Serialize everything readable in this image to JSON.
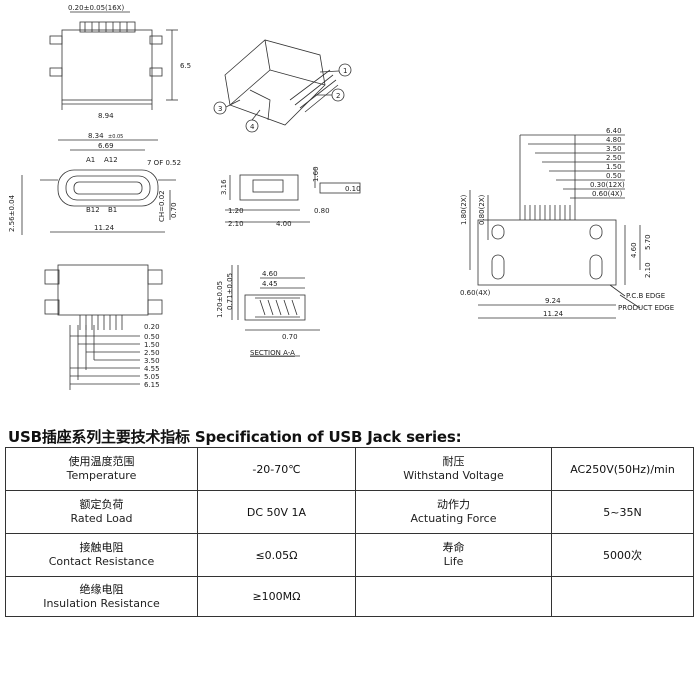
{
  "drawing": {
    "top_left_dims": [
      "0.20±0.05(16X)",
      "6.5",
      "8.94"
    ],
    "callouts": [
      "1",
      "2",
      "3",
      "4"
    ],
    "mid_left_dims": [
      "8.34",
      "±0.05",
      "6.69",
      "A1",
      "A12",
      "7 OF 0.52",
      "B12",
      "B1",
      "2.56±0.04",
      "CH=0.02",
      "0.70",
      "11.24"
    ],
    "mid_center_dims": [
      "3.16",
      "1.60",
      "0.10",
      "1.20",
      "0.80",
      "2.10",
      "4.00"
    ],
    "bottom_left_dims": [
      "0.20",
      "0.50",
      "1.50",
      "2.50",
      "3.50",
      "4.55",
      "5.05",
      "6.15"
    ],
    "bottom_center_dims": [
      "1.20±0.05",
      "0.71±0.05",
      "4.60",
      "4.45",
      "0.70"
    ],
    "section_label": "SECTION A-A",
    "right_dims": [
      "6.40",
      "4.80",
      "3.50",
      "2.50",
      "1.50",
      "0.50",
      "0.30(12X)",
      "0.60(4X)",
      "1.80(2X)",
      "0.80(2X)",
      "4.60",
      "5.70",
      "2.10",
      "0.60(4X)",
      "9.24",
      "11.24"
    ],
    "edge_labels": [
      "P.C.B EDGE",
      "PRODUCT EDGE"
    ]
  },
  "spec": {
    "title": "USB插座系列主要技术指标 Specification of USB Jack series:",
    "rows": [
      {
        "l1_zh": "使用温度范围",
        "l1_en": "Temperature",
        "v1": "-20-70℃",
        "l2_zh": "耐压",
        "l2_en": "Withstand Voltage",
        "v2": "AC250V(50Hz)/min"
      },
      {
        "l1_zh": "额定负荷",
        "l1_en": "Rated Load",
        "v1": "DC 50V 1A",
        "l2_zh": "动作力",
        "l2_en": "Actuating Force",
        "v2": "5~35N"
      },
      {
        "l1_zh": "接触电阻",
        "l1_en": "Contact Resistance",
        "v1": "≤0.05Ω",
        "l2_zh": "寿命",
        "l2_en": "Life",
        "v2": "5000次"
      },
      {
        "l1_zh": "绝缘电阻",
        "l1_en": "Insulation Resistance",
        "v1": "≥100MΩ",
        "l2_zh": "",
        "l2_en": "",
        "v2": ""
      }
    ]
  }
}
